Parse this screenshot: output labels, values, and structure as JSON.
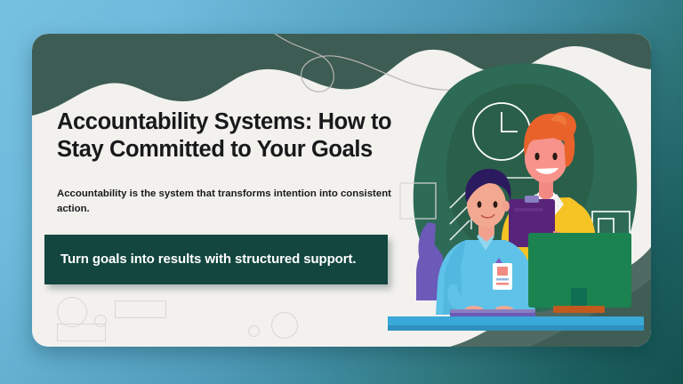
{
  "slide": {
    "title": "Accountability Systems: How to Stay Committed to Your Goals",
    "subtitle": "Accountability is the system that transforms intention into consistent action.",
    "banner_text": "Turn goals into results with structured support.",
    "colors": {
      "background_top_left": "#6fbbdd",
      "background_bottom_left": "#4f9ab8",
      "background_top_right": "#2d6e6e",
      "background_bottom_right": "#13514f",
      "card": "#f2f1ee",
      "wave_top": "#3d5d54",
      "wave_bottom": "#4e6a62",
      "banner": "#12463f",
      "title_text": "#19191b",
      "banner_text": "#ffffff",
      "blob_green": "#2e6b57",
      "blob_dark_green": "#28553f",
      "shirt_blue": "#5fc2e8",
      "cardigan_yellow": "#f6c325",
      "hair_orange": "#e8622a",
      "hair_navy": "#2b1a5e",
      "monitor_green": "#1f8a55",
      "desk_blue": "#3aa8d8",
      "chair_purple": "#6b5ab8",
      "clipboard_purple": "#58247a"
    },
    "illustration": {
      "name": "two-coworkers-at-desk-illustration",
      "elements": [
        "clock-icon",
        "document-lines-icon",
        "woman-with-clipboard",
        "man-at-computer",
        "desktop-monitor",
        "keyboard",
        "office-chair",
        "desk"
      ]
    },
    "decorations": [
      "squiggle-line",
      "outline-circle-large",
      "outline-circle-small",
      "outline-rect-top",
      "outline-rect-bottom",
      "outline-circle-right-small",
      "outline-circle-right-large"
    ]
  }
}
